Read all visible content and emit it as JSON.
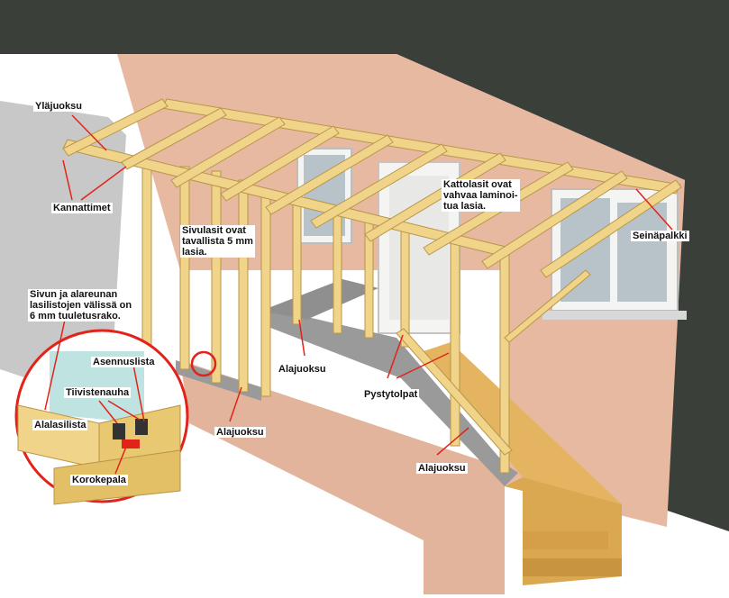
{
  "labels": {
    "ylajuoksu": "Yläjuoksu",
    "kannattimet": "Kannattimet",
    "sivulasit": "Sivulasit ovat\ntavallista 5 mm\nlasia.",
    "kattolasit": "Kattolasit ovat\nvahvaa laminoi-\ntua lasia.",
    "seinapalkki": "Seinäpalkki",
    "tuuletusrako": "Sivun ja alareunan\nlasilistojen välissä on\n6 mm tuuletusrako.",
    "asennuslista": "Asennuslista",
    "tiivistenauha": "Tiivistenauha",
    "alalasilista": "Alalasilista",
    "korokepala": "Korokepala",
    "alajuoksu_left": "Alajuoksu",
    "alajuoksu_mid": "Alajuoksu",
    "alajuoksu_right": "Alajuoksu",
    "pystytolpat": "Pystytolpat"
  },
  "colors": {
    "roof": "#3a3f3a",
    "wall": "#e7b9a0",
    "timber": "#f0d48a",
    "timber_edge": "#b99548",
    "concrete": "#9a9a9a",
    "stairs": "#d9a850",
    "accent": "#e2231a",
    "grey_wall": "#c8c8c8"
  }
}
